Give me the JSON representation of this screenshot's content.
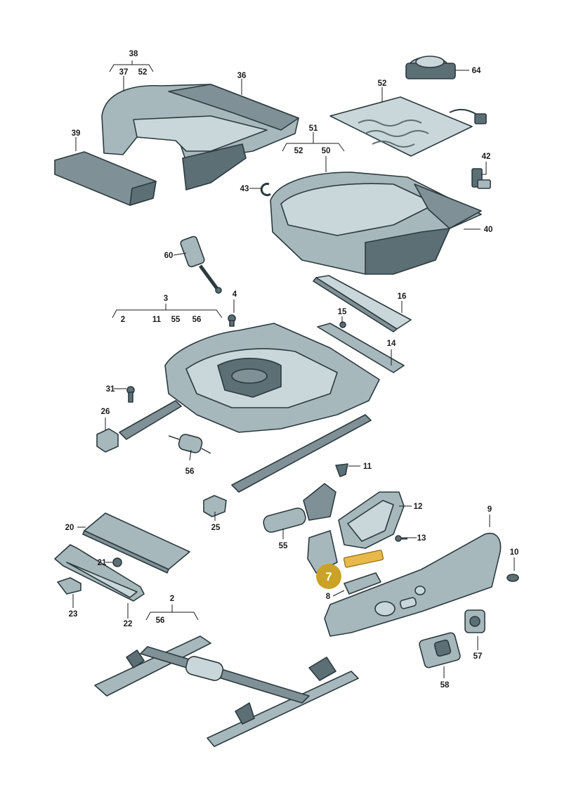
{
  "callouts": {
    "c38": "38",
    "c37": "37",
    "c52a": "52",
    "c36": "36",
    "c39": "39",
    "c52b": "52",
    "c64": "64",
    "c51": "51",
    "c52c": "52",
    "c50": "50",
    "c42": "42",
    "c43": "43",
    "c40": "40",
    "c60": "60",
    "c4": "4",
    "c3": "3",
    "c2a": "2",
    "c11a": "11",
    "c55a": "55",
    "c56a": "56",
    "c16": "16",
    "c15": "15",
    "c14": "14",
    "c31": "31",
    "c26": "26",
    "c56b": "56",
    "c11b": "11",
    "c12": "12",
    "c25": "25",
    "c55b": "55",
    "c13": "13",
    "c9": "9",
    "c20": "20",
    "c21": "21",
    "c10": "10",
    "c8": "8",
    "c23": "23",
    "c22": "22",
    "c2b": "2",
    "c56c": "56",
    "c57": "57",
    "c58": "58"
  },
  "highlight": {
    "number": "7",
    "color": "#c9a227"
  }
}
